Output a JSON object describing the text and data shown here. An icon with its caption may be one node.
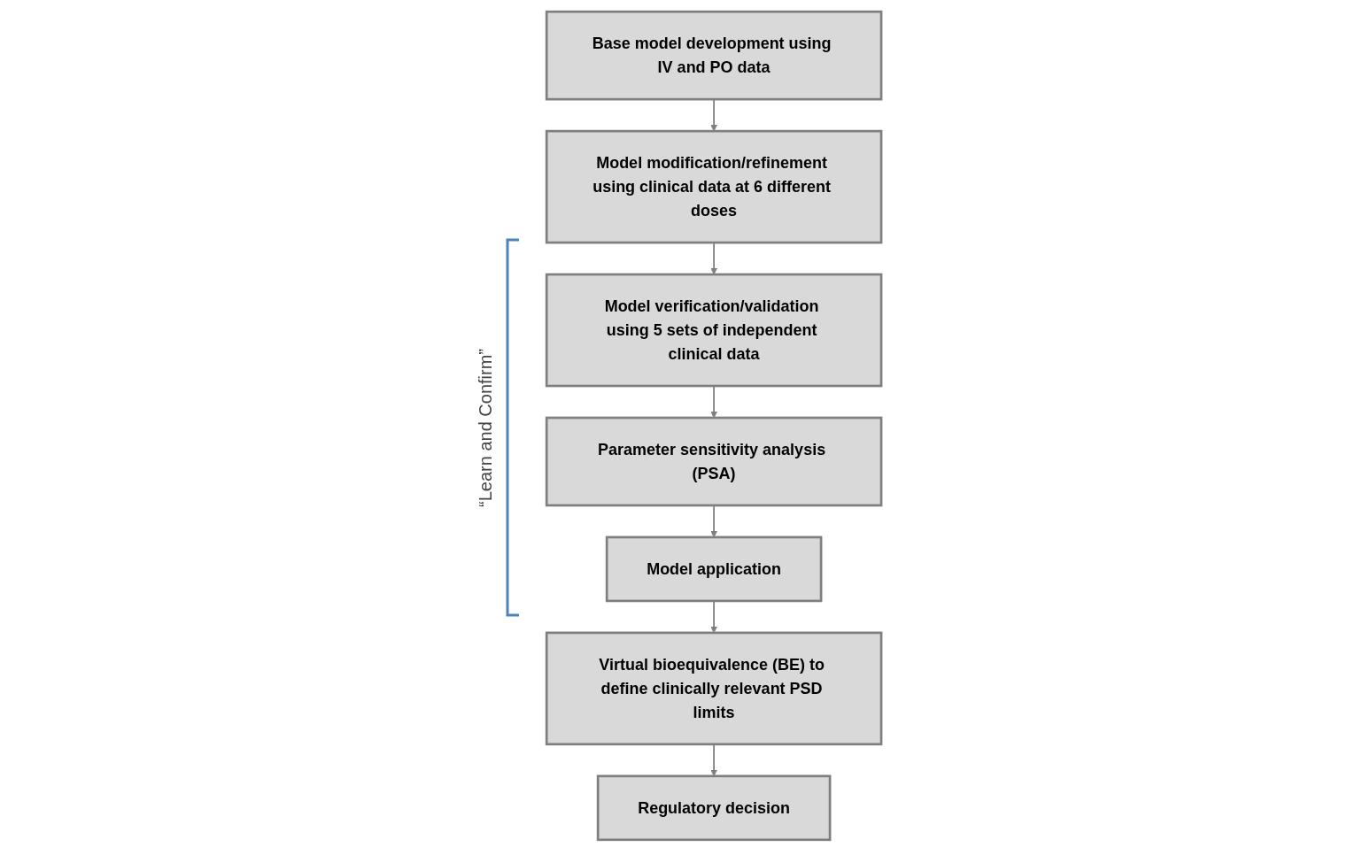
{
  "diagram": {
    "nodes": [
      {
        "text": [
          "Base model development using IV and PO data"
        ]
      },
      {
        "text": [
          "Model modification/refinement using clinical data at 6 different doses"
        ]
      },
      {
        "text": [
          "Model verification/validation using 5 sets of independent clinical data"
        ]
      },
      {
        "text": [
          "Parameter sensitivity analysis (PSA)"
        ]
      },
      {
        "text": [
          "Model application"
        ]
      },
      {
        "text": [
          "Virtual bioequivalence (BE) to define clinically relevant PSD limits"
        ]
      },
      {
        "text": [
          "Regulatory decision"
        ]
      }
    ],
    "edges": [
      {
        "from": 0,
        "to": 1,
        "arrow": "to"
      },
      {
        "from": 1,
        "to": 2,
        "arrow": "to"
      },
      {
        "from": 2,
        "to": 3,
        "arrow": "to"
      },
      {
        "from": 3,
        "to": 4,
        "arrow": "to"
      },
      {
        "from": 4,
        "to": 5,
        "arrow": "to"
      },
      {
        "from": 5,
        "to": 6,
        "arrow": "to"
      }
    ],
    "labels": [
      "“Learn and Confirm”"
    ]
  }
}
